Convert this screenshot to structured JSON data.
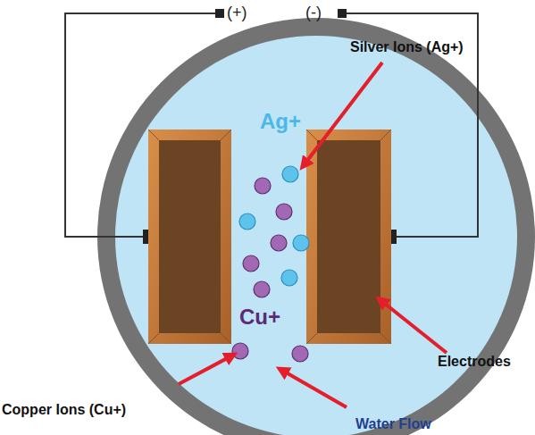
{
  "diagram": {
    "labels": [
      "(+)",
      "(-)",
      "Silver Ions (Ag+)",
      "Ag+",
      "Cu+",
      "Electrodes",
      "Copper Ions (Cu+)",
      "Water Flow"
    ]
  }
}
